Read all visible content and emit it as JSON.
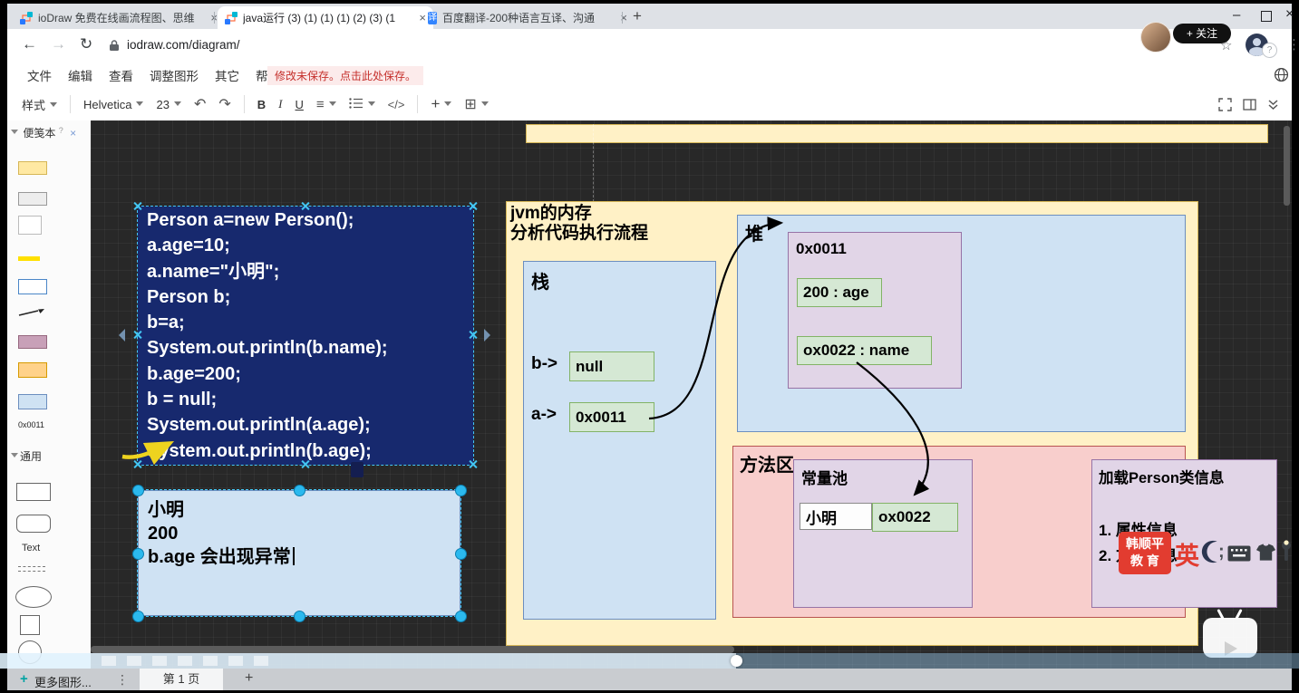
{
  "colors": {
    "canvas_bg": "#282828",
    "panel_yellow": "#fff1c6",
    "box_blue": "#cfe2f3",
    "box_green": "#d5e8d4",
    "box_purple": "#e1d5e7",
    "box_pink": "#f8cecc",
    "code_bg": "#17296e",
    "selection_blue": "#35c4f0",
    "brand_red": "#e23c30",
    "unsaved_red": "#c5302c"
  },
  "icons": {
    "back": "←",
    "forward": "→",
    "reload": "↻",
    "star": "☆",
    "menu_dots": "⋮",
    "close": "×",
    "minimize": "–",
    "new_tab": "+",
    "undo": "↶",
    "redo": "↷",
    "align": "≡",
    "table": "⊞",
    "insert": "+",
    "help": "?"
  },
  "browser": {
    "tabs": [
      {
        "title": "ioDraw 免费在线画流程图、思维"
      },
      {
        "title": "java运行 (3) (1) (1) (1) (2) (3) (1"
      },
      {
        "title": "百度翻译-200种语言互译、沟通"
      }
    ],
    "url": "iodraw.com/diagram/",
    "translate_glyph": "译",
    "follow_button": "+ 关注",
    "help_badge": "?"
  },
  "menubar": {
    "items": [
      "文件",
      "编辑",
      "查看",
      "调整图形",
      "其它",
      "帮助"
    ],
    "unsaved_notice": "修改未保存。点击此处保存。"
  },
  "toolbar": {
    "style_label": "样式",
    "font_name": "Helvetica",
    "font_size": "23",
    "bold": "B",
    "italic": "I",
    "underline": "U",
    "code": "</>"
  },
  "sidebar": {
    "panel_title": "便笺本",
    "panel_help": "?",
    "thumb_label": "0x0011",
    "section_title": "通用",
    "text_shape": "Text"
  },
  "diagram": {
    "code_lines": [
      "Person a=new Person();",
      "a.age=10;",
      "a.name=\"小明\";",
      "Person b;",
      "b=a;",
      "System.out.println(b.name);",
      "b.age=200;",
      "b = null;",
      "System.out.println(a.age);",
      "System.out.println(b.age);"
    ],
    "result_line_1": "小明",
    "result_line_2": "200",
    "result_line_3": "b.age 会出现异常",
    "jvm_title_1": "jvm的内存",
    "jvm_title_2": "分析代码执行流程",
    "stack_label": "栈",
    "stack_var_b": "b->",
    "stack_val_b": "null",
    "stack_var_a": "a->",
    "stack_val_a": "0x0011",
    "heap_label": "堆",
    "heap_object_title": "0x0011",
    "heap_field_1": "200 : age",
    "heap_field_2": "ox0022 : name",
    "method_area_label": "方法区",
    "constant_pool_title": "常量池",
    "constant_pool_name": "小明",
    "constant_pool_addr": "ox0022",
    "class_info_title": "加载Person类信息",
    "class_info_1": "1. 属性信息",
    "class_info_2": "2. 方法信息"
  },
  "watermark": {
    "brand_line1": "韩顺平",
    "brand_line2": "教 育",
    "ime_mode": "英",
    "separator": ";"
  },
  "footer": {
    "plus": "+",
    "more_shapes": "更多图形...",
    "dots": "⋮",
    "page_tab": "第 1 页",
    "add_page": "+"
  }
}
